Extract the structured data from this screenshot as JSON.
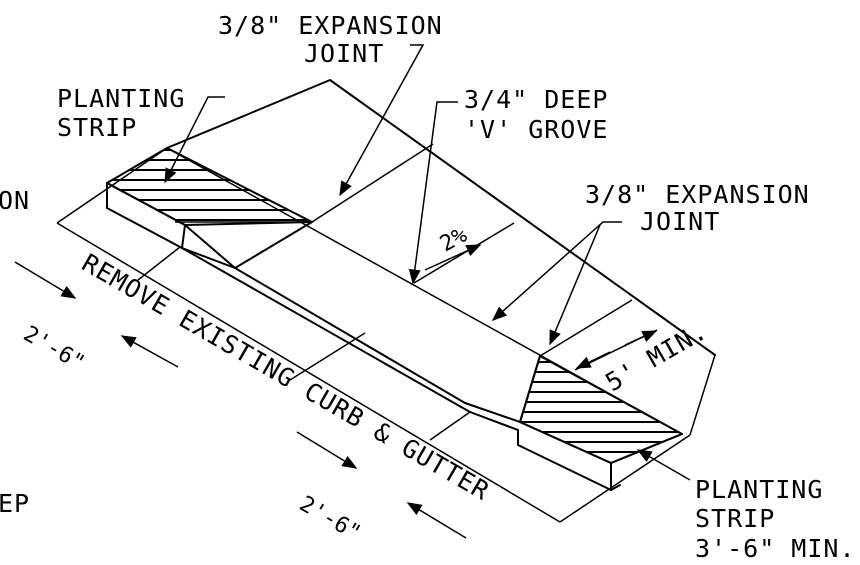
{
  "labels": {
    "top_expansion_joint_1": "3/8\" EXPANSION",
    "top_expansion_joint_2": "JOINT",
    "planting_strip_left_1": "PLANTING",
    "planting_strip_left_2": "STRIP",
    "v_groove_1": "3/4\" DEEP",
    "v_groove_2": "'V' GROVE",
    "right_expansion_joint_1": "3/8\" EXPANSION",
    "right_expansion_joint_2": "JOINT",
    "slope": "2%",
    "width_min": "5' MIN.",
    "remove_curb": "REMOVE EXISTING CURB & GUTTER",
    "dim_left": "2'-6\"",
    "dim_right": "2'-6\"",
    "planting_strip_right_1": "PLANTING",
    "planting_strip_right_2": "STRIP",
    "planting_strip_right_3": "3'-6\" MIN.",
    "cut_off_left_1": "ON",
    "cut_off_left_2": "EP"
  }
}
